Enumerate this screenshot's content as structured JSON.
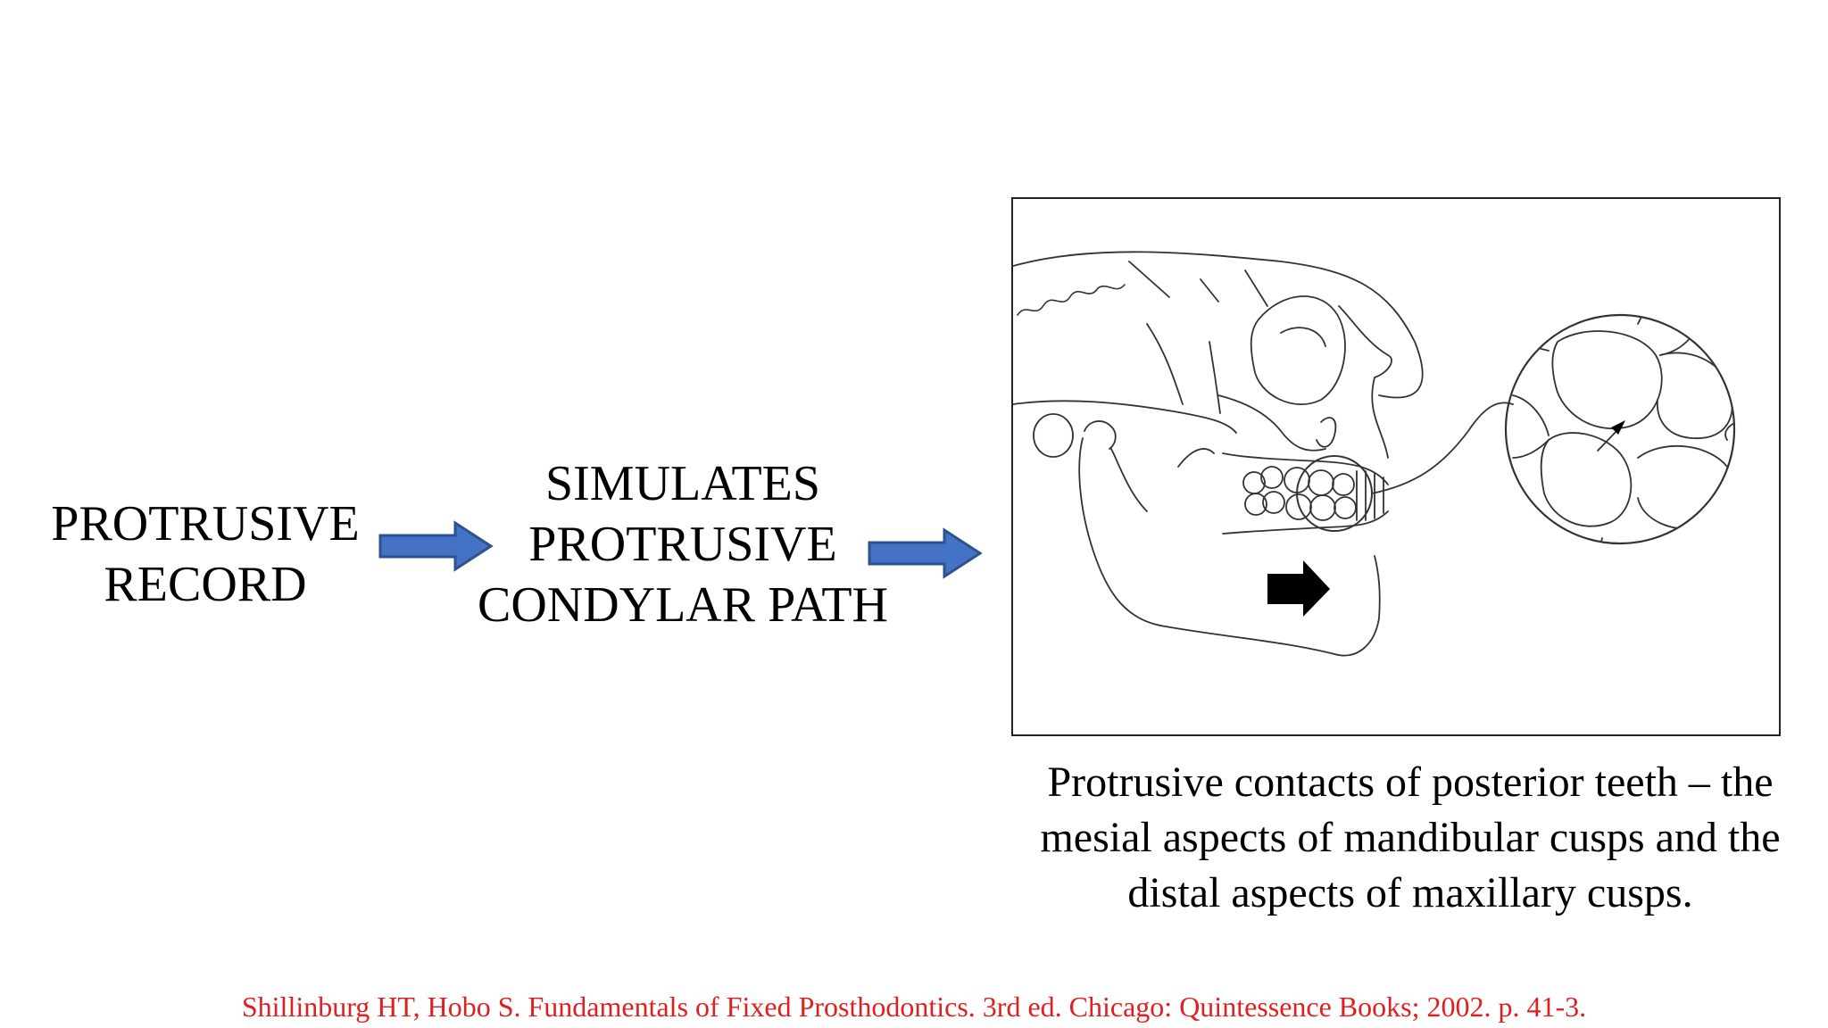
{
  "flow": {
    "step1": {
      "lines": [
        "PROTRUSIVE",
        "RECORD"
      ]
    },
    "step2": {
      "lines": [
        "SIMULATES",
        "PROTRUSIVE",
        "CONDYLAR PATH"
      ]
    }
  },
  "figure": {
    "caption_lines": [
      "Protrusive contacts of posterior teeth – the",
      "mesial aspects of mandibular cusps and the",
      "distal aspects of maxillary cusps."
    ]
  },
  "reference": {
    "text": "Shillinburg HT, Hobo S. Fundamentals of Fixed Prosthodontics. 3rd ed. Chicago: Quintessence Books; 2002. p. 41-3."
  },
  "colors": {
    "arrow_fill": "#4472C4",
    "arrow_stroke": "#2F528F",
    "reference_text": "#E02020",
    "line_art": "#333333"
  }
}
